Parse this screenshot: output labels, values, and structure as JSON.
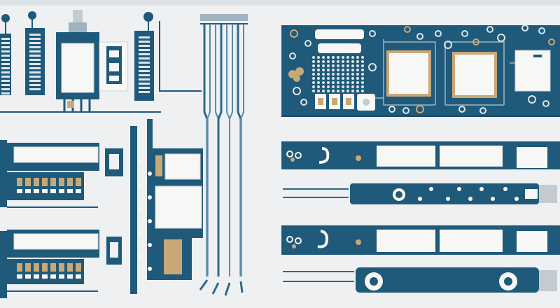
{
  "scene": {
    "description_name": "circuit-board-illustration"
  },
  "colors": {
    "background": "#eef0f2",
    "board": "#1f5a7a",
    "board_dark": "#174864",
    "trace": "#2b6a8c",
    "light_trace": "#9fb3c0",
    "chip": "#f7f7f5",
    "chip_edge": "#cfd6db",
    "gold": "#c9a878",
    "pad_light": "#dfe4e8",
    "gray_pad": "#c3cbd1"
  },
  "counts": {
    "left_strip_pins": 14,
    "bga_rows": 9,
    "bga_cols": 11,
    "header_pins": 8
  }
}
